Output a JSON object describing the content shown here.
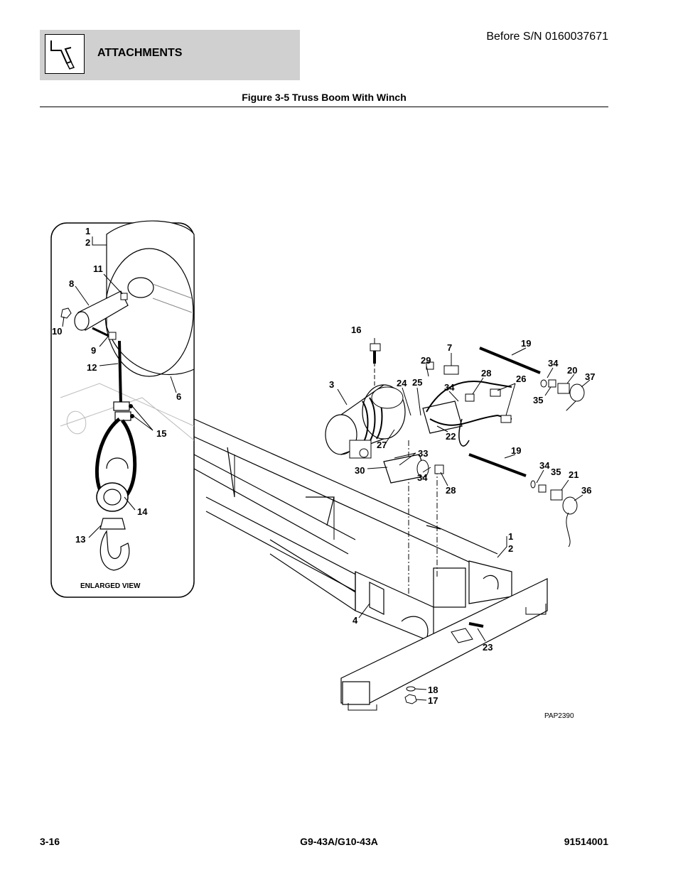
{
  "header": {
    "section": "ATTACHMENTS",
    "serial": "Before S/N 0160037671",
    "figure_title": "Figure 3-5 Truss Boom With Winch"
  },
  "diagram": {
    "enlarged_label": "ENLARGED VIEW",
    "drawing_number": "PAP2390",
    "callouts": {
      "inset_1": "1",
      "inset_2": "2",
      "c11": "11",
      "c8": "8",
      "c10": "10",
      "c9": "9",
      "c12": "12",
      "c6": "6",
      "c15": "15",
      "c14": "14",
      "c13": "13",
      "c16": "16",
      "c3": "3",
      "c29": "29",
      "c7": "7",
      "c19a": "19",
      "c34a": "34",
      "c20": "20",
      "c37": "37",
      "c28a": "28",
      "c26": "26",
      "c35a": "35",
      "c24": "24",
      "c25": "25",
      "c34b": "34",
      "c22": "22",
      "c27": "27",
      "c33": "33",
      "c30": "30",
      "c34c": "34",
      "c28b": "28",
      "c19b": "19",
      "c34d": "34",
      "c35b": "35",
      "c21": "21",
      "c36": "36",
      "main_1": "1",
      "main_2": "2",
      "c4": "4",
      "c23": "23",
      "c18": "18",
      "c17": "17"
    }
  },
  "footer": {
    "page": "3-16",
    "model": "G9-43A/G10-43A",
    "doc_number": "91514001"
  }
}
